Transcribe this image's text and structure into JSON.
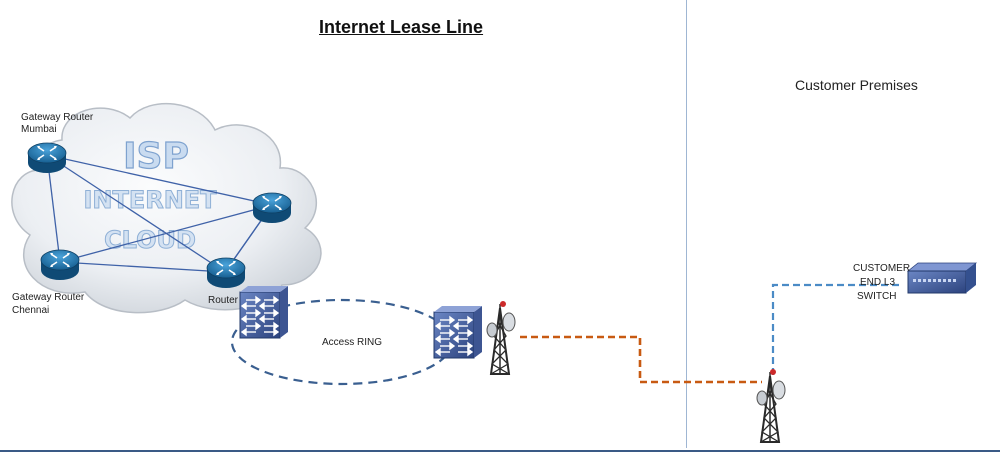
{
  "title": "Internet Lease Line",
  "customer_premises": "Customer Premises",
  "cloud": {
    "line1": "ISP",
    "line2": "INTERNET",
    "line3": "CLOUD"
  },
  "routers": {
    "mumbai_line1": "Gateway Router",
    "mumbai_line2": "Mumbai",
    "chennai_line1": "Gateway Router",
    "chennai_line2": "Chennai",
    "edge": "Router"
  },
  "access_ring": "Access RING",
  "customer_switch": {
    "line1": "CUSTOMER",
    "line2": "END L3",
    "line3": "SWITCH"
  },
  "colors": {
    "cloud_link": "#3f62a8",
    "ring": "#3a5f90",
    "microwave_link": "#c85a12",
    "customer_link": "#4b8bc6",
    "router": "#1d6fa8"
  }
}
